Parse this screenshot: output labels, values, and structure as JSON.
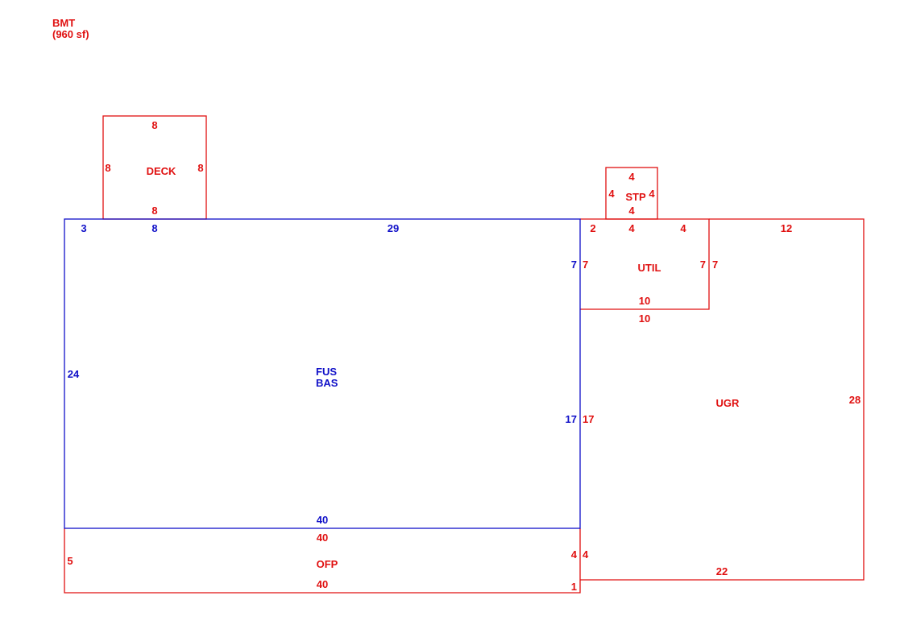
{
  "header": {
    "area_code": "BMT",
    "area_size": "(960 sf)",
    "color": "#e01010"
  },
  "colors": {
    "red": "#e01010",
    "blue": "#1010c8"
  },
  "areas": {
    "deck": {
      "name": "DECK",
      "top": "8",
      "bottom": "8",
      "left": "8",
      "right": "8"
    },
    "stp": {
      "name": "STP",
      "top": "4",
      "bottom": "4",
      "left": "4",
      "right": "4"
    },
    "bas": {
      "name_line1": "FUS",
      "name_line2": "BAS",
      "top_a": "3",
      "top_b": "8",
      "top_c": "29",
      "left": "24",
      "right_a": "7",
      "right_b": "17",
      "bottom": "40"
    },
    "util": {
      "name": "UTIL",
      "top_a": "2",
      "top_b": "4",
      "top_c": "4",
      "left": "7",
      "right": "7",
      "bottom": "10"
    },
    "ugr": {
      "name": "UGR",
      "top": "12",
      "right": "28",
      "bottom": "22",
      "left_a": "7",
      "left_b": "10",
      "left_c": "17",
      "left_d": "4"
    },
    "ofp": {
      "name": "OFP",
      "top": "40",
      "bottom": "40",
      "left": "5",
      "right_a": "4",
      "right_b": "1"
    }
  }
}
